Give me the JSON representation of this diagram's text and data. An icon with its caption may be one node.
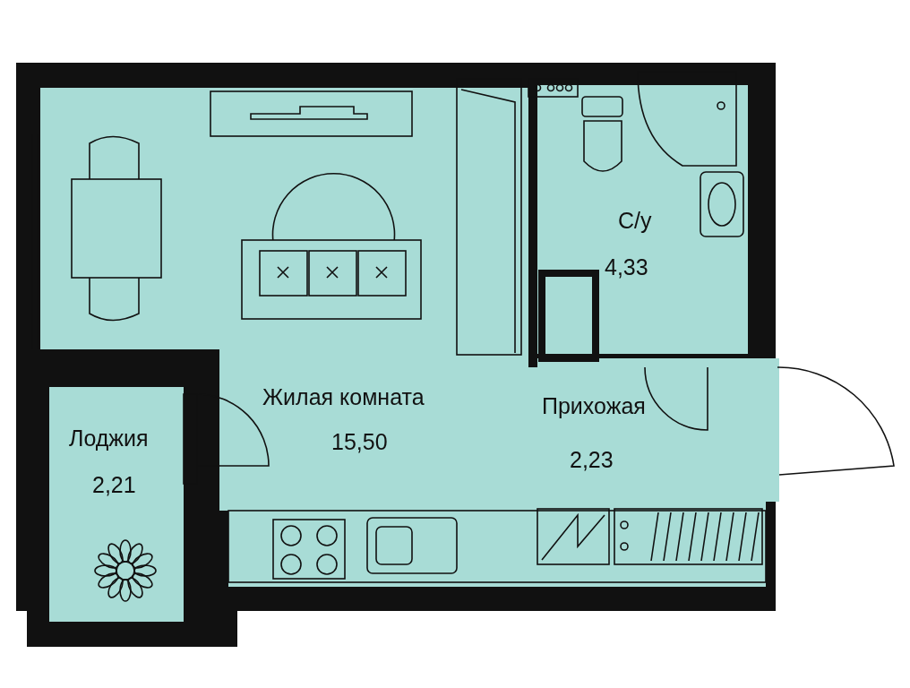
{
  "diagram": {
    "nodes": [
      {
        "text": [
          "Жилая комната",
          "15,50"
        ]
      },
      {
        "text": [
          "Лоджия",
          "2,21"
        ]
      },
      {
        "text": [
          "С/у",
          "4,33"
        ]
      },
      {
        "text": [
          "Прихожая",
          "2,23"
        ]
      }
    ]
  }
}
